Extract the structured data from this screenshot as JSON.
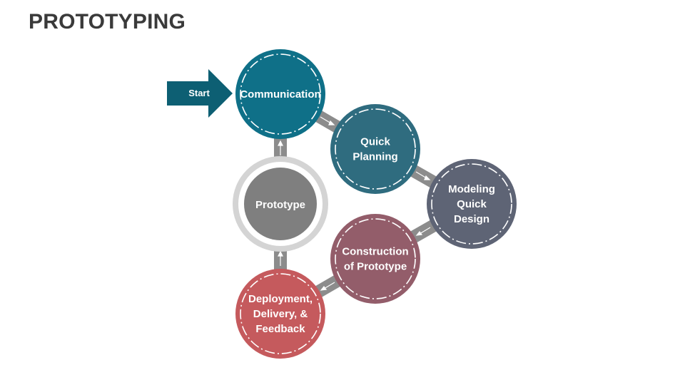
{
  "title": "PROTOTYPING",
  "start_label": "Start",
  "stages": [
    {
      "id": "communication",
      "lines": [
        "Communication"
      ],
      "color": "#0f7088"
    },
    {
      "id": "quick-planning",
      "lines": [
        "Quick",
        "Planning"
      ],
      "color": "#2f6c7f"
    },
    {
      "id": "modeling-quick-design",
      "lines": [
        "Modeling",
        "Quick",
        "Design"
      ],
      "color": "#5e6475"
    },
    {
      "id": "construction-of-prototype",
      "lines": [
        "Construction",
        "of Prototype"
      ],
      "color": "#935d6a"
    },
    {
      "id": "deployment",
      "lines": [
        "Deployment,",
        "Delivery, &",
        "Feedback"
      ],
      "color": "#c55a5d"
    }
  ],
  "center": {
    "label": "Prototype",
    "color": "#7f7f7f"
  },
  "colors": {
    "start_arrow": "#0d5f73",
    "connector": "#8c8c8c",
    "ring": "#d4d4d4",
    "title": "#3a3a3a"
  }
}
